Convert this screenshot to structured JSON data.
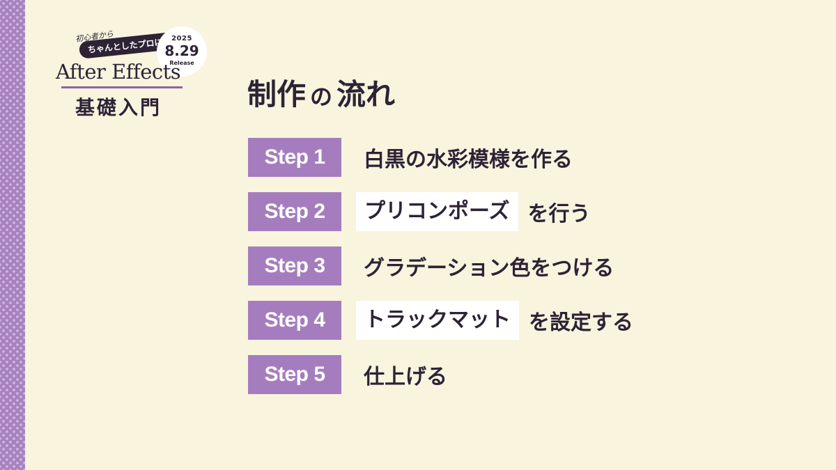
{
  "logo": {
    "tagline_small": "初心者から",
    "tagline_pill": "ちゃんとしたプロになる",
    "badge_year": "2025",
    "badge_date": "8.29",
    "badge_release": "Release",
    "product_name": "After Effects",
    "subtitle": "基礎入門"
  },
  "title": {
    "part1": "制作",
    "particle": "の",
    "part2": "流れ"
  },
  "steps": [
    {
      "label": "Step 1",
      "text": "白黒の水彩模様を作る"
    },
    {
      "label": "Step 2",
      "highlight": "プリコンポーズ",
      "text": "を行う"
    },
    {
      "label": "Step 3",
      "text": "グラデーション色をつける"
    },
    {
      "label": "Step 4",
      "highlight": "トラックマット",
      "text": "を設定する"
    },
    {
      "label": "Step 5",
      "text": "仕上げる"
    }
  ],
  "colors": {
    "background": "#f8f4de",
    "accent_purple": "#a57dbe",
    "text_dark": "#2d2335",
    "highlight_bg": "#ffffff"
  }
}
